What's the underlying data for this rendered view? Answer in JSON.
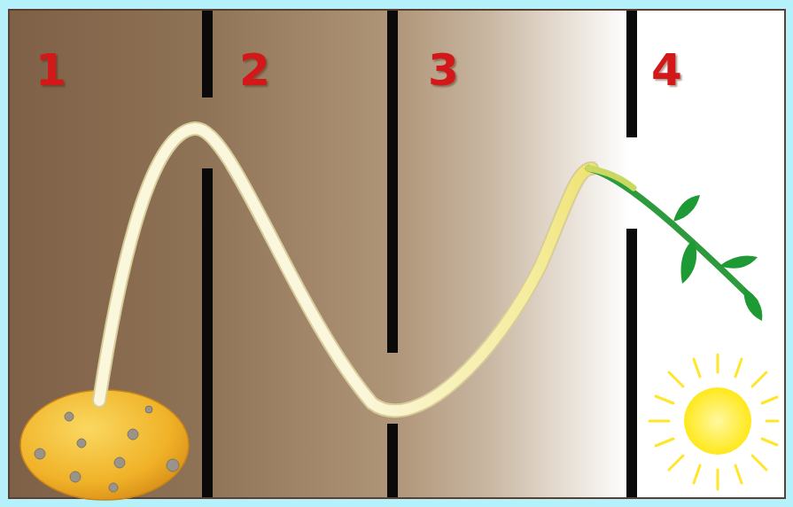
{
  "diagram": {
    "nodes": [
      {
        "text": [
          "1"
        ]
      },
      {
        "text": [
          "2"
        ]
      },
      {
        "text": [
          "3"
        ]
      },
      {
        "text": [
          "4"
        ]
      }
    ]
  }
}
